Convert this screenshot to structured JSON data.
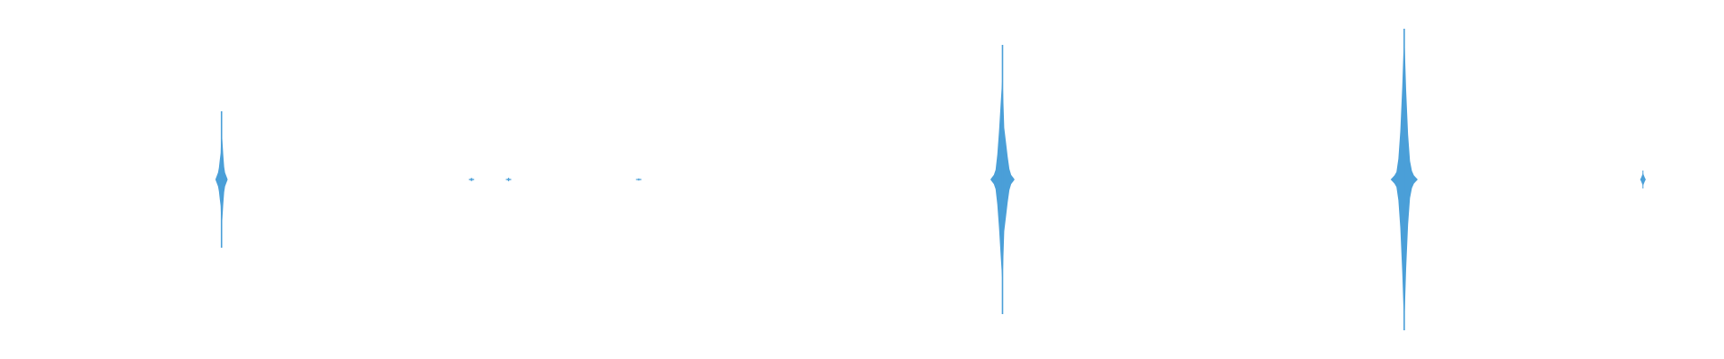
{
  "waveform": {
    "color": "#4a9fd8",
    "background": "#ffffff",
    "bursts": [
      {
        "position": 0.1285,
        "amplitude": 0.38,
        "core": 0.09
      },
      {
        "position": 0.2735,
        "amplitude": 0.01,
        "core": 0.005
      },
      {
        "position": 0.295,
        "amplitude": 0.01,
        "core": 0.005
      },
      {
        "position": 0.3705,
        "amplitude": 0.006,
        "core": 0.003
      },
      {
        "position": 0.5815,
        "amplitude": 0.75,
        "core": 0.09
      },
      {
        "position": 0.8145,
        "amplitude": 0.84,
        "core": 0.08
      },
      {
        "position": 0.953,
        "amplitude": 0.05,
        "core": 0.035
      }
    ]
  }
}
